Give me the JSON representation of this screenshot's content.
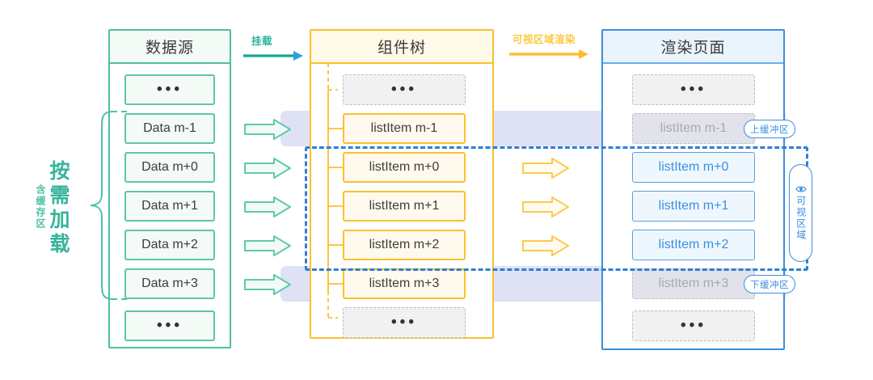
{
  "diagram": {
    "title_columns": [
      {
        "key": "source",
        "label": "数据源",
        "accent": "#4dbfa4"
      },
      {
        "key": "tree",
        "label": "组件树",
        "accent": "#fbc02d"
      },
      {
        "key": "page",
        "label": "渲染页面",
        "accent": "#3b8fe0"
      }
    ],
    "flows": [
      {
        "key": "mount",
        "label": "挂载",
        "color": "#2bb39a"
      },
      {
        "key": "viewport-render",
        "label": "可视区域渲染",
        "color": "#fcc93c"
      }
    ],
    "source_items": [
      {
        "label": "…",
        "type": "dots"
      },
      {
        "label": "Data m-1",
        "type": "item"
      },
      {
        "label": "Data m+0",
        "type": "item"
      },
      {
        "label": "Data m+1",
        "type": "item"
      },
      {
        "label": "Data m+2",
        "type": "item"
      },
      {
        "label": "Data m+3",
        "type": "item"
      },
      {
        "label": "…",
        "type": "dots"
      }
    ],
    "tree_items": [
      {
        "label": "…",
        "type": "dots"
      },
      {
        "label": "listItem m-1",
        "type": "item"
      },
      {
        "label": "listItem m+0",
        "type": "item"
      },
      {
        "label": "listItem m+1",
        "type": "item"
      },
      {
        "label": "listItem m+2",
        "type": "item"
      },
      {
        "label": "listItem m+3",
        "type": "item"
      },
      {
        "label": "…",
        "type": "dots"
      }
    ],
    "page_items": [
      {
        "label": "…",
        "type": "dots"
      },
      {
        "label": "listItem m-1",
        "type": "muted"
      },
      {
        "label": "listItem m+0",
        "type": "active"
      },
      {
        "label": "listItem m+1",
        "type": "active"
      },
      {
        "label": "listItem m+2",
        "type": "active"
      },
      {
        "label": "listItem m+3",
        "type": "muted"
      },
      {
        "label": "…",
        "type": "dots"
      }
    ],
    "badges": {
      "top_buffer": "上缓冲区",
      "bottom_buffer": "下缓冲区",
      "viewport": "可视区域",
      "viewport_icon": "eye-icon"
    },
    "left_annotation": {
      "main": "按需加载",
      "sub": "含缓存区"
    },
    "colors": {
      "teal": "#4dbfa4",
      "amber": "#fbc02d",
      "blue": "#3b8fe0",
      "buffer_band": "#dfe1f5",
      "muted_grey": "#a9a9b4"
    }
  }
}
